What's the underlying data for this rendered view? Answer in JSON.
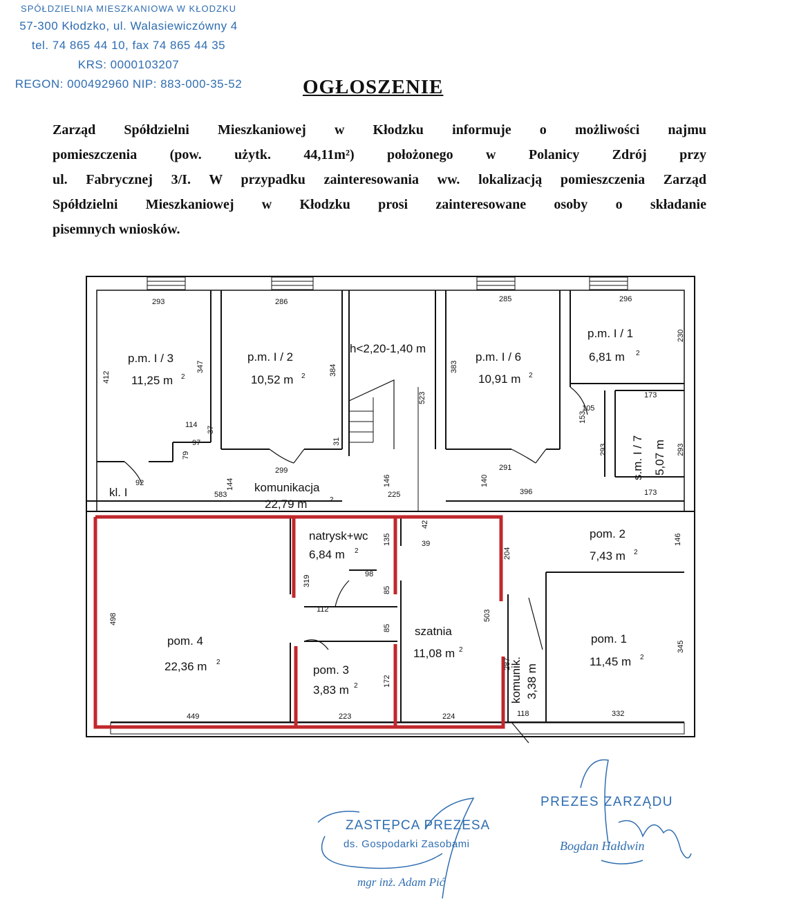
{
  "stamp": {
    "line1": "SPÓŁDZIELNIA MIESZKANIOWA W KŁODZKU",
    "line2": "57-300 Kłodzko, ul. Walasiewiczówny 4",
    "line3": "tel. 74 865 44 10, fax 74 865 44 35",
    "line4": "KRS: 0000103207",
    "line5": "REGON: 000492960 NIP: 883-000-35-52"
  },
  "title": "OGŁOSZENIE",
  "body_lines": [
    "Zarząd Spółdzielni Mieszkaniowej w Kłodzku informuje o możliwości najmu",
    "pomieszczenia (pow. użytk. 44,11m²) położonego w Polanicy Zdrój przy",
    "ul. Fabrycznej 3/I. W przypadku zainteresowania ww. lokalizacją pomieszczenia Zarząd",
    "Spółdzielni Mieszkaniowej w Kłodzku prosi zainteresowane osoby o składanie",
    "pisemnych wniosków."
  ],
  "plan": {
    "rooms": {
      "pm13_name": "p.m. I / 3",
      "pm13_area": "11,25 m",
      "pm12_name": "p.m. I / 2",
      "pm12_area": "10,52 m",
      "stair_note": "h<2,20-1,40 m",
      "pm16_name": "p.m. I / 6",
      "pm16_area": "10,91 m",
      "pm11_name": "p.m. I / 1",
      "pm11_area": "6,81 m",
      "sm_name": "s.m. I / 7",
      "sm_area": "5,07 m",
      "kom_name": "komunikacja",
      "kom_area": "22,79 m",
      "kl": "kl. I",
      "natrysk_name": "natrysk+wc",
      "natrysk_area": "6,84 m",
      "pom4_name": "pom. 4",
      "pom4_area": "22,36 m",
      "pom3_name": "pom. 3",
      "pom3_area": "3,83 m",
      "szatnia_name": "szatnia",
      "szatnia_area": "11,08 m",
      "komunik_name": "komunik.",
      "komunik_area": "3,38 m",
      "pom2_name": "pom. 2",
      "pom2_area": "7,43 m",
      "pom1_name": "pom. 1",
      "pom1_area": "11,45 m",
      "sup": "2"
    },
    "dims": {
      "d293a": "293",
      "d286": "286",
      "d285": "285",
      "d296": "296",
      "d412": "412",
      "d347": "347",
      "d384": "384",
      "d523": "523",
      "d383": "383",
      "d230": "230",
      "d114": "114",
      "d37": "37",
      "d97": "97",
      "d79": "79",
      "d92": "92",
      "d299": "299",
      "d31": "31",
      "d291": "291",
      "d105": "105",
      "d153": "153",
      "d173a": "173",
      "d293b": "293",
      "d293c": "293",
      "d173b": "173",
      "d144": "144",
      "d146a": "146",
      "d140": "140",
      "d583": "583",
      "d225": "225",
      "d396": "396",
      "d42": "42",
      "d39": "39",
      "d135": "135",
      "d98": "98",
      "d85a": "85",
      "d319": "319",
      "d112": "112",
      "d85b": "85",
      "d498": "498",
      "d204": "204",
      "d503": "503",
      "d146b": "146",
      "d345": "345",
      "d172": "172",
      "d287": "287",
      "d449": "449",
      "d223": "223",
      "d224": "224",
      "d118": "118",
      "d332": "332"
    }
  },
  "signatures": {
    "left_title": "ZASTĘPCA PREZESA",
    "left_sub": "ds. Gospodarki Zasobami",
    "left_name": "mgr inż. Adam Pić",
    "right_title": "PREZES ZARZĄDU",
    "right_name": "Bogdan Hałdwin"
  },
  "colors": {
    "stamp_blue": "#2f6db0",
    "highlight_red": "#c0282d",
    "ink": "#111111"
  }
}
